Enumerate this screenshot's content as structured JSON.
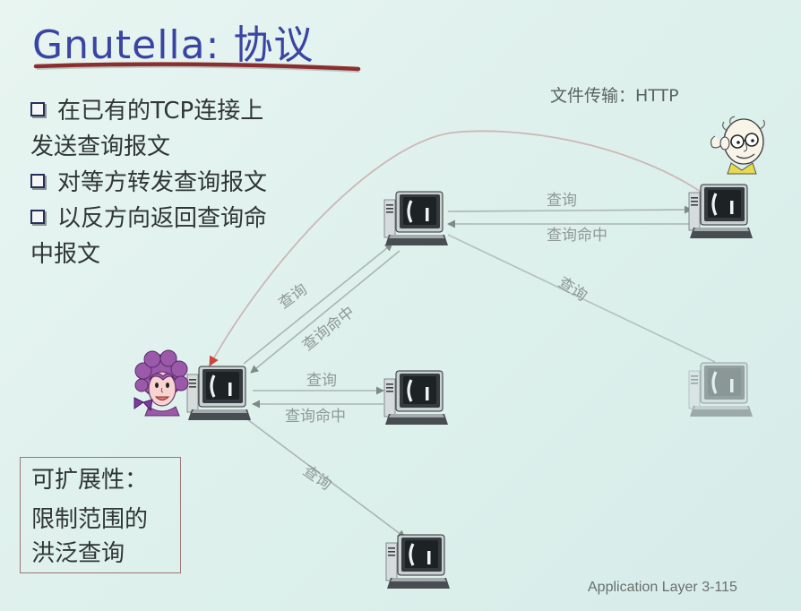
{
  "slide": {
    "title": "Gnutella: 协议",
    "bullets": [
      {
        "lines": [
          "在已有的TCP连接上",
          "发送查询报文"
        ]
      },
      {
        "lines": [
          "对等方转发查询报文"
        ]
      },
      {
        "lines": [
          "以反方向返回查询命",
          "中报文"
        ]
      }
    ],
    "file_transfer_label": "文件传输：HTTP",
    "scalability_box": {
      "lines": [
        "可扩展性：",
        "限制范围的",
        "洪泛查询"
      ]
    },
    "footer": "Application Layer 3-115"
  },
  "diagram": {
    "edge_labels": {
      "c1_c2_query": "查询",
      "c2_c1_hit": "查询命中",
      "c1_c3_query": "查询",
      "c4_c1_query": "查询",
      "c1_c4_hit": "查询命中",
      "c4_c5_query": "查询",
      "c5_c4_hit": "查询命中",
      "c4_c6_query": "查询"
    },
    "icons": {
      "peer": "desktop-computer-icon",
      "requester": "woman-user-icon",
      "responder": "man-user-icon",
      "bullet": "hollow-square-bullet-icon"
    }
  },
  "colors": {
    "background": "#ddf0ec",
    "title": "#3a45a3",
    "title_underline": "#8c2e2e",
    "body_text": "#2f3634",
    "edge_line": "#aab5b3",
    "edge_label": "#8e9996",
    "http_arrow": "#c8463f",
    "box_border": "#9b7474"
  }
}
